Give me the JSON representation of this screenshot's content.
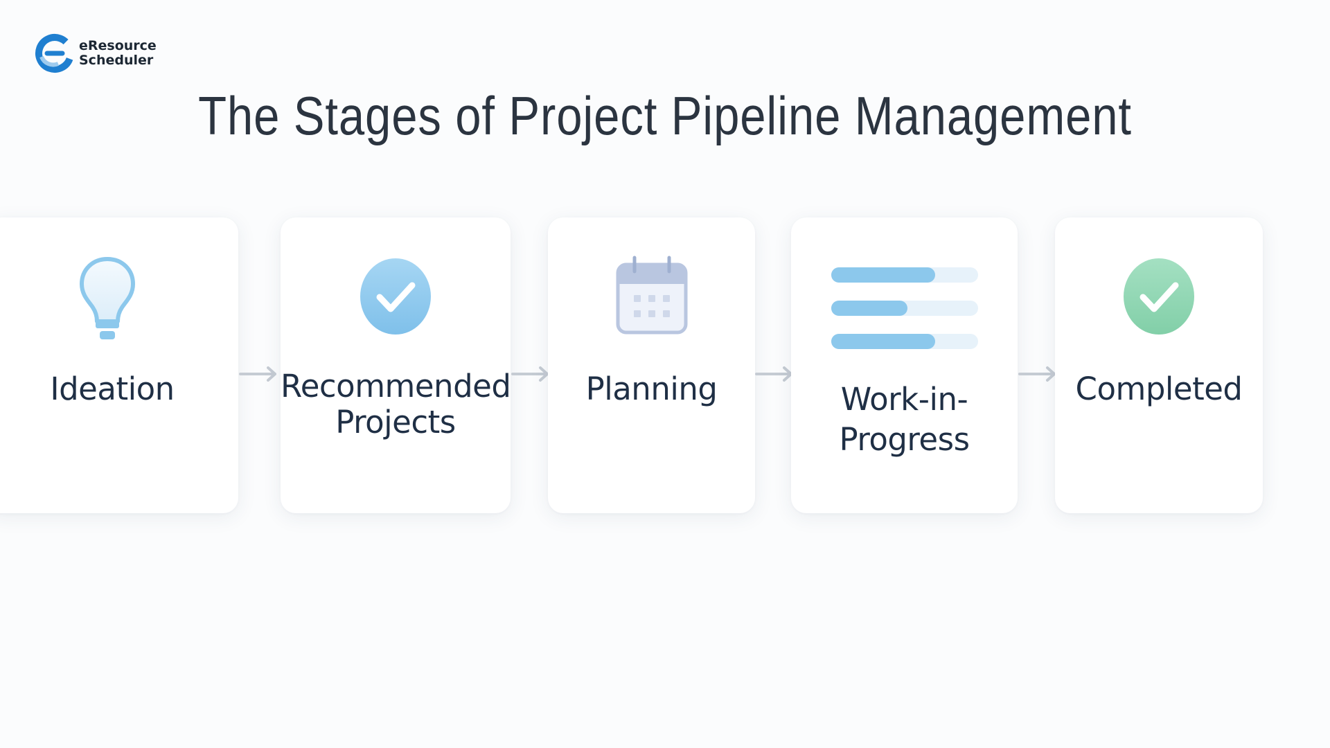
{
  "brand": {
    "line1": "eResource",
    "line2": "Scheduler"
  },
  "title": "The Stages of Project Pipeline Management",
  "stages": [
    {
      "label_line1": "Ideation",
      "label_line2": "",
      "icon": "lightbulb-icon"
    },
    {
      "label_line1": "Recommended",
      "label_line2": "Projects",
      "icon": "check-circle-icon"
    },
    {
      "label_line1": "Planning",
      "label_line2": "",
      "icon": "calendar-icon"
    },
    {
      "label_line1": "Work-in-",
      "label_line2": "Progress",
      "icon": "progress-bars-icon"
    },
    {
      "label_line1": "Completed",
      "label_line2": "",
      "icon": "check-circle-icon"
    }
  ],
  "progress_levels": [
    0.71,
    0.52,
    0.71
  ],
  "colors": {
    "label": "#1f2f45",
    "title": "#2b3440",
    "accent_blue": "#8cc8ec",
    "accent_green": "#8fd6b2",
    "arrow": "#c5cbd3"
  }
}
